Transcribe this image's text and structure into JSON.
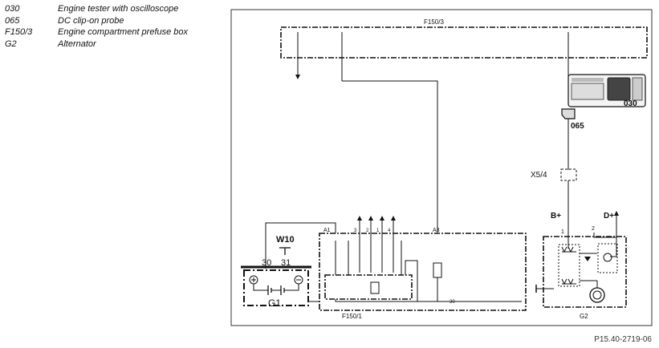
{
  "legend": [
    {
      "code": "030",
      "desc": "Engine tester with oscilloscope"
    },
    {
      "code": "065",
      "desc": "DC clip-on probe"
    },
    {
      "code": "F150/3",
      "desc": "Engine compartment prefuse box"
    },
    {
      "code": "G2",
      "desc": "Alternator"
    }
  ],
  "labels": {
    "prefuse_box_top": "F150/3",
    "prefuse_box_bottom": "F150/1",
    "tester": "030",
    "probe": "065",
    "connector": "X5/4",
    "alternator": "G2",
    "battery": "G1",
    "ground_point": "W10",
    "terminal_30": "30",
    "terminal_31": "31",
    "b_plus": "B+",
    "d_plus": "D+",
    "a1": "A1",
    "a3": "A3",
    "pin_1": "1",
    "pin_2": "2",
    "pin_3": "3",
    "pin_4": "4",
    "wire_30": "30"
  },
  "reference": "P15.40-2719-06"
}
